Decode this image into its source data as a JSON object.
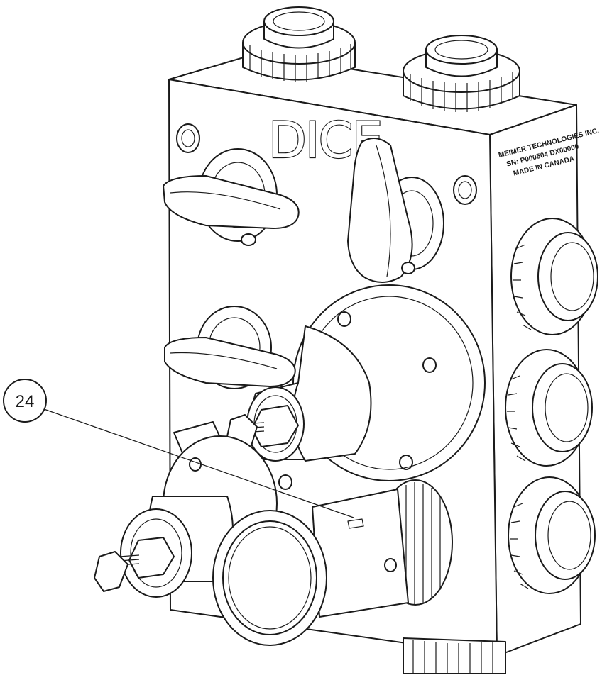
{
  "drawing": {
    "logo_text": "DICE",
    "side_plate": {
      "line1": "MEIMER TECHNOLOGIES INC.",
      "line2": "SN: P000504 DX00000",
      "line3": "MADE IN CANADA"
    },
    "callout": {
      "number": "24"
    }
  },
  "colors": {
    "line": "#1a1a1a",
    "background": "#ffffff"
  }
}
